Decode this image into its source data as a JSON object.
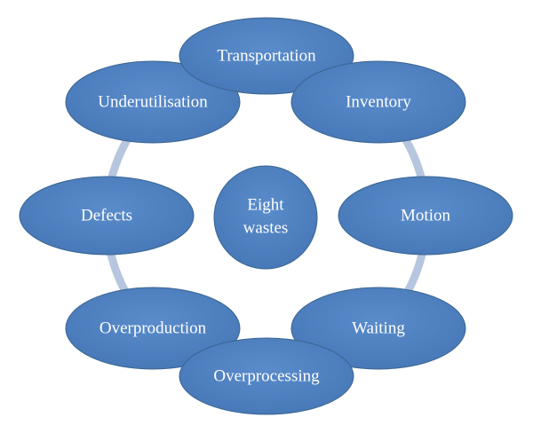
{
  "diagram": {
    "center": {
      "line1": "Eight",
      "line2": "wastes"
    },
    "nodes": [
      {
        "id": "transportation",
        "label": "Transportation"
      },
      {
        "id": "inventory",
        "label": "Inventory"
      },
      {
        "id": "motion",
        "label": "Motion"
      },
      {
        "id": "waiting",
        "label": "Waiting"
      },
      {
        "id": "overprocessing",
        "label": "Overprocessing"
      },
      {
        "id": "overproduction",
        "label": "Overproduction"
      },
      {
        "id": "defects",
        "label": "Defects"
      },
      {
        "id": "underutilisation",
        "label": "Underutilisation"
      }
    ],
    "colors": {
      "node_fill": "#4f81bd",
      "node_stroke": "#3a6491",
      "ring": "#b7c6df",
      "text": "#ffffff"
    }
  }
}
